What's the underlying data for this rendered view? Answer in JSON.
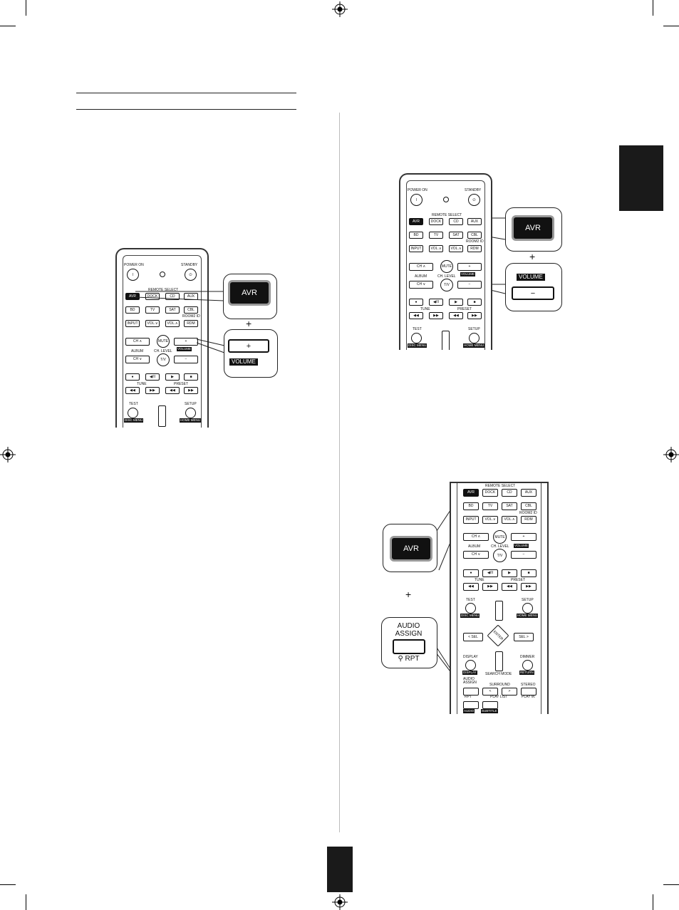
{
  "remote_labels": {
    "power_on": "POWER ON",
    "standby": "STANDBY",
    "remote_select": "REMOTE SELECT",
    "avr": "AVR",
    "dock": "DOCK",
    "cd": "CD",
    "aux": "AUX",
    "bd": "BD",
    "tv": "TV",
    "sat": "SAT",
    "cbl": "CBL",
    "room_id": "ROOM2 ID",
    "input": "INPUT",
    "vol_down": "VOL.∨",
    "vol_up": "VOL.∧",
    "rdm": "RDM",
    "ch_up": "CH ∧",
    "ch_down": "CH ∨",
    "mute": "MUTE",
    "album": "ALBUM",
    "ch_level": "CH. LEVEL",
    "tv_btn": "T/V",
    "plus": "+",
    "minus": "−",
    "volume": "VOLUME",
    "tune": "TUNE",
    "preset": "PRESET",
    "test": "TEST",
    "disc_menu": "DISC MENU",
    "setup": "SETUP",
    "home_menu": "HOME MENU",
    "sel_left": "< SEL",
    "sel_right": "SEL >",
    "enter": "ENTER",
    "display": "DISPLAY",
    "dimmer": "DIMMER",
    "return": "RETURN",
    "search_mode": "SEARCH MODE",
    "audio_assign_small": "AUDIO ASSIGN",
    "surround": "SURROUND",
    "stereo": "STEREO",
    "rpt": "RPT",
    "play_list": "PLAY LIST",
    "play_m": "PLAY M.",
    "audio": "AUDIO",
    "subtitle": "SUBTITLE"
  },
  "callouts": {
    "avr": "AVR",
    "volume": "VOLUME",
    "plus_btn": "+",
    "minus_btn": "−",
    "combine": "+",
    "audio_assign": "AUDIO\nASSIGN",
    "rpt": "RPT"
  }
}
